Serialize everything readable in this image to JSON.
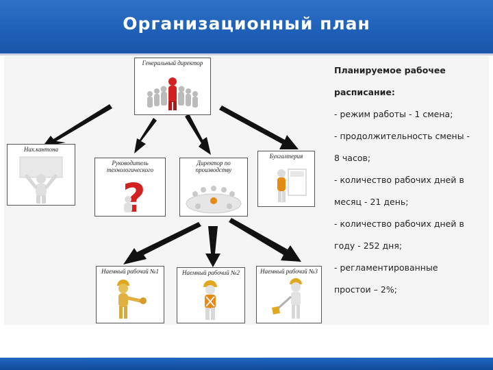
{
  "header": {
    "title": "Организационный план"
  },
  "diagram": {
    "nodes": {
      "director": "Генеральный директор",
      "left": "Нах.кантона",
      "tech": "Руководитель технологического",
      "deputy": "Директор по производству",
      "accountant": "Бухгалтерия",
      "worker1": "Наемный рабочий №1",
      "worker2": "Наемный рабочий №2",
      "worker3": "Наемный рабочий №3"
    }
  },
  "info": {
    "heading_line1": "Планируемое рабочее",
    "heading_line2": "расписание:",
    "lines": [
      "- режим работы - 1 смена;",
      "- продолжительность смены -",
      "8 часов;",
      "- количество рабочих дней в",
      "месяц - 21 день;",
      "- количество рабочих дней в",
      "году - 252 дня;",
      "- регламентированные",
      "простои – 2%;"
    ]
  },
  "colors": {
    "header": "#1e5fb8",
    "arrow": "#111111",
    "figure": "#e8e8e8",
    "helmet": "#e0a820",
    "accent_red": "#d32020",
    "accent_orange": "#e58a12"
  }
}
